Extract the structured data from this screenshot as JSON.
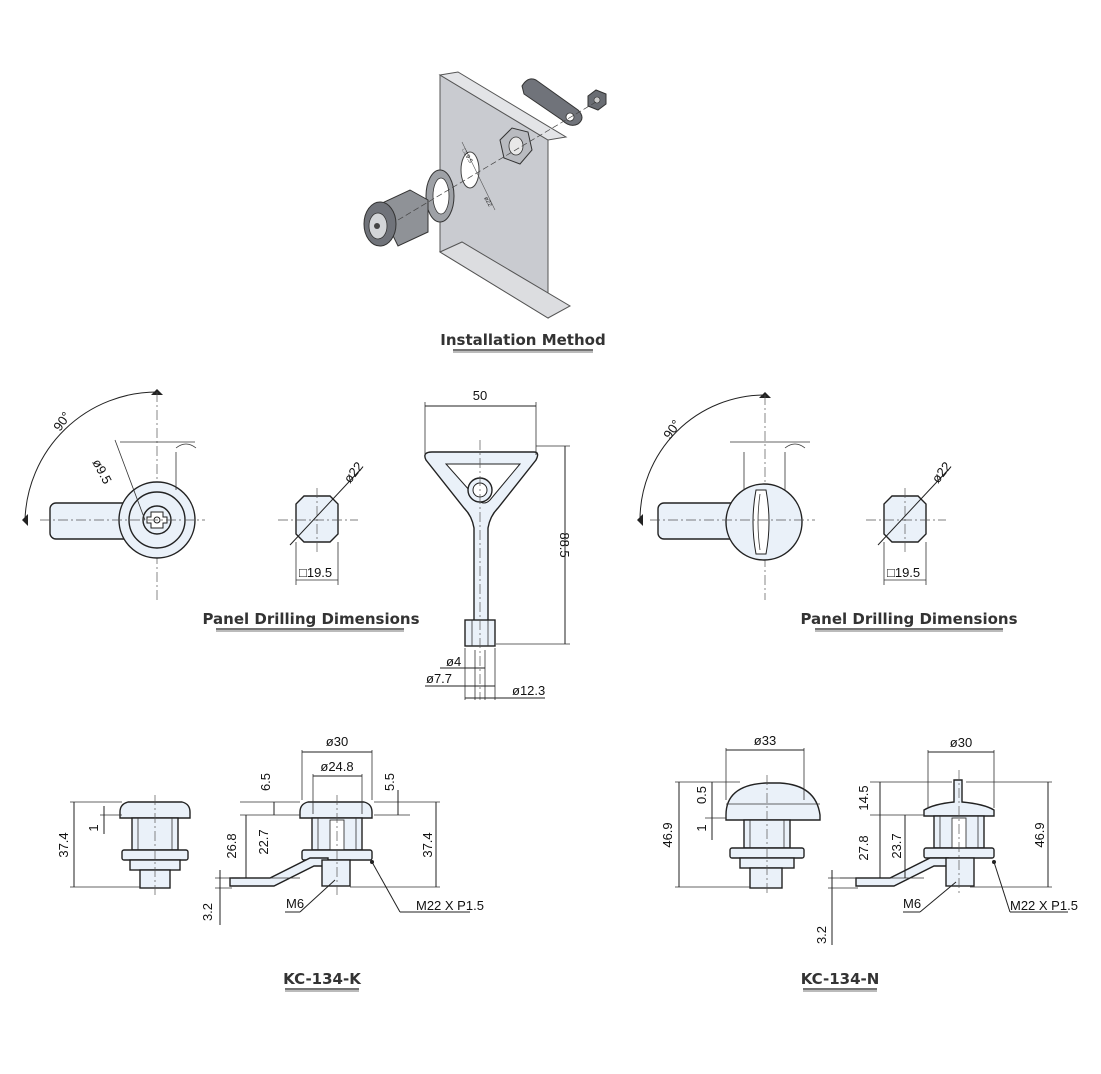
{
  "captions": {
    "installation": "Installation Method",
    "panel_drilling_left": "Panel Drilling Dimensions",
    "panel_drilling_right": "Panel Drilling Dimensions",
    "model_k": "KC-134-K",
    "model_n": "KC-134-N"
  },
  "iso_small_labels": {
    "a": "□19.5",
    "b": "ø22"
  },
  "dimensions": {
    "angle_left": "90°",
    "dia_left": "ø9.5",
    "angle_right": "90°",
    "hole_dia_left": "ø22",
    "hole_sq_left": "□19.5",
    "hole_dia_right": "ø22",
    "hole_sq_right": "□19.5",
    "key_width": "50",
    "key_height": "88.5",
    "key_tip_inner": "ø4",
    "key_tip_outer": "ø7.7",
    "key_tip_body": "ø12.3",
    "k_flange_dia": "ø30",
    "k_face_dia": "ø24.8",
    "k_head_h": "6.5",
    "k_head_h2": "5.5",
    "k_total_left": "37.4",
    "k_one": "1",
    "k_26": "26.8",
    "k_22": "22.7",
    "k_total_right": "37.4",
    "k_cam": "3.2",
    "k_m6": "M6",
    "k_thread": "M22 X P1.5",
    "n_knob_dia": "ø33",
    "n_flange_dia": "ø30",
    "n_05": "0.5",
    "n_one": "1",
    "n_total_left": "46.9",
    "n_145": "14.5",
    "n_278": "27.8",
    "n_237": "23.7",
    "n_total_right": "46.9",
    "n_cam": "3.2",
    "n_m6": "M6",
    "n_thread": "M22 X P1.5"
  }
}
